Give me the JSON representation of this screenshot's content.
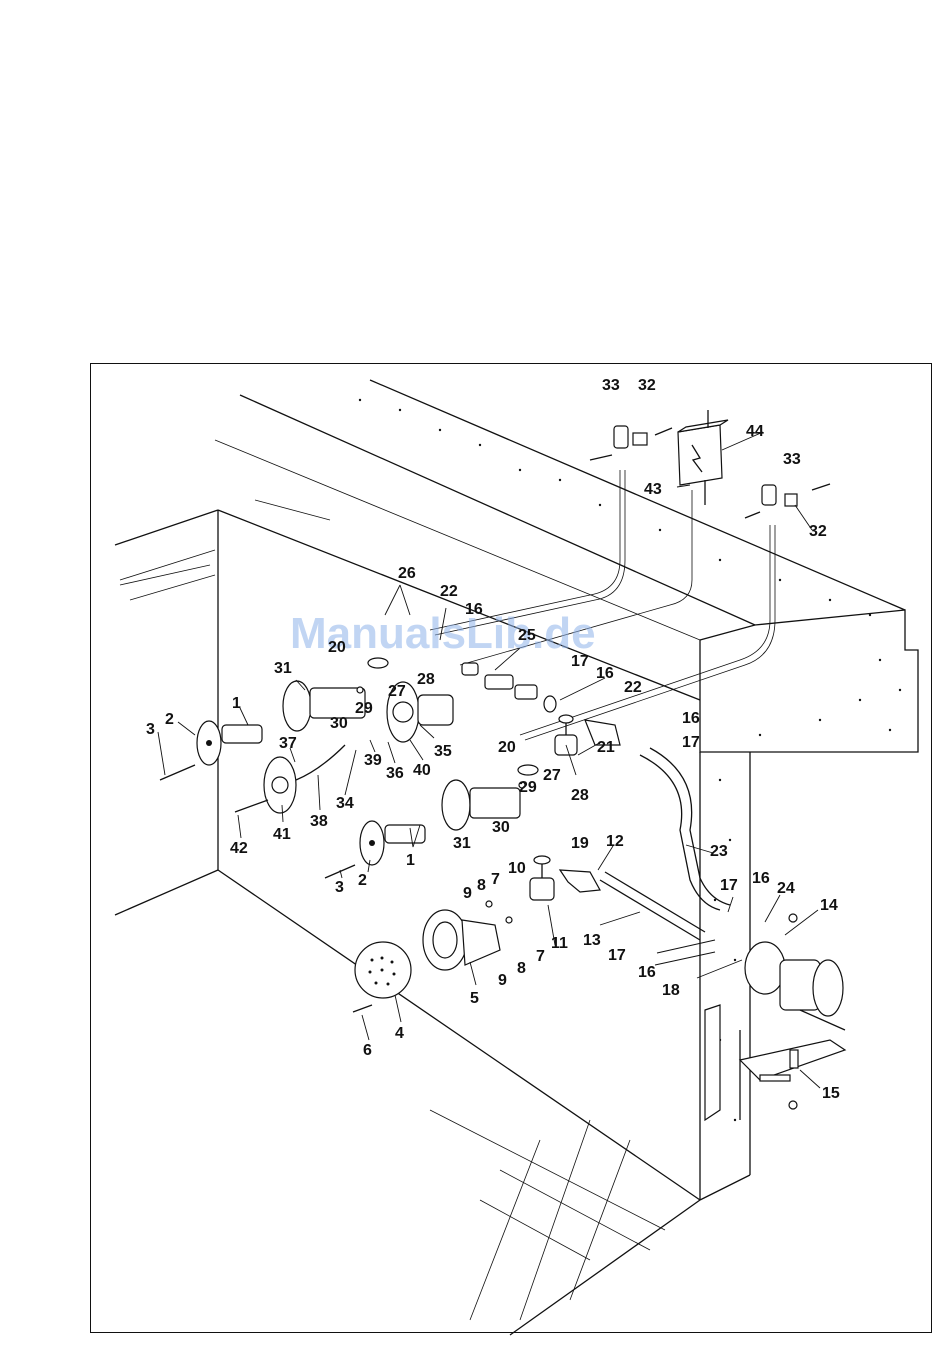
{
  "watermark": "ManualsLib.de",
  "part_labels": [
    {
      "id": "p1a",
      "text": "1"
    },
    {
      "id": "p2a",
      "text": "2"
    },
    {
      "id": "p3a",
      "text": "3"
    },
    {
      "id": "p1b",
      "text": "1"
    },
    {
      "id": "p2b",
      "text": "2"
    },
    {
      "id": "p3b",
      "text": "3"
    },
    {
      "id": "p4",
      "text": "4"
    },
    {
      "id": "p5",
      "text": "5"
    },
    {
      "id": "p6",
      "text": "6"
    },
    {
      "id": "p7a",
      "text": "7"
    },
    {
      "id": "p7b",
      "text": "7"
    },
    {
      "id": "p8a",
      "text": "8"
    },
    {
      "id": "p8b",
      "text": "8"
    },
    {
      "id": "p9a",
      "text": "9"
    },
    {
      "id": "p9b",
      "text": "9"
    },
    {
      "id": "p10",
      "text": "10"
    },
    {
      "id": "p11",
      "text": "11"
    },
    {
      "id": "p12",
      "text": "12"
    },
    {
      "id": "p13",
      "text": "13"
    },
    {
      "id": "p14",
      "text": "14"
    },
    {
      "id": "p15",
      "text": "15"
    },
    {
      "id": "p16a",
      "text": "16"
    },
    {
      "id": "p16b",
      "text": "16"
    },
    {
      "id": "p16c",
      "text": "16"
    },
    {
      "id": "p16d",
      "text": "16"
    },
    {
      "id": "p16e",
      "text": "16"
    },
    {
      "id": "p17a",
      "text": "17"
    },
    {
      "id": "p17b",
      "text": "17"
    },
    {
      "id": "p17c",
      "text": "17"
    },
    {
      "id": "p17d",
      "text": "17"
    },
    {
      "id": "p18",
      "text": "18"
    },
    {
      "id": "p19",
      "text": "19"
    },
    {
      "id": "p20a",
      "text": "20"
    },
    {
      "id": "p20b",
      "text": "20"
    },
    {
      "id": "p21",
      "text": "21"
    },
    {
      "id": "p22a",
      "text": "22"
    },
    {
      "id": "p22b",
      "text": "22"
    },
    {
      "id": "p23",
      "text": "23"
    },
    {
      "id": "p24",
      "text": "24"
    },
    {
      "id": "p25",
      "text": "25"
    },
    {
      "id": "p26",
      "text": "26"
    },
    {
      "id": "p27a",
      "text": "27"
    },
    {
      "id": "p27b",
      "text": "27"
    },
    {
      "id": "p28a",
      "text": "28"
    },
    {
      "id": "p28b",
      "text": "28"
    },
    {
      "id": "p29a",
      "text": "29"
    },
    {
      "id": "p29b",
      "text": "29"
    },
    {
      "id": "p30a",
      "text": "30"
    },
    {
      "id": "p30b",
      "text": "30"
    },
    {
      "id": "p31a",
      "text": "31"
    },
    {
      "id": "p31b",
      "text": "31"
    },
    {
      "id": "p32a",
      "text": "32"
    },
    {
      "id": "p32b",
      "text": "32"
    },
    {
      "id": "p33a",
      "text": "33"
    },
    {
      "id": "p33b",
      "text": "33"
    },
    {
      "id": "p34",
      "text": "34"
    },
    {
      "id": "p35",
      "text": "35"
    },
    {
      "id": "p36",
      "text": "36"
    },
    {
      "id": "p37",
      "text": "37"
    },
    {
      "id": "p38",
      "text": "38"
    },
    {
      "id": "p39",
      "text": "39"
    },
    {
      "id": "p40",
      "text": "40"
    },
    {
      "id": "p41",
      "text": "41"
    },
    {
      "id": "p42",
      "text": "42"
    },
    {
      "id": "p43",
      "text": "43"
    },
    {
      "id": "p44",
      "text": "44"
    }
  ]
}
